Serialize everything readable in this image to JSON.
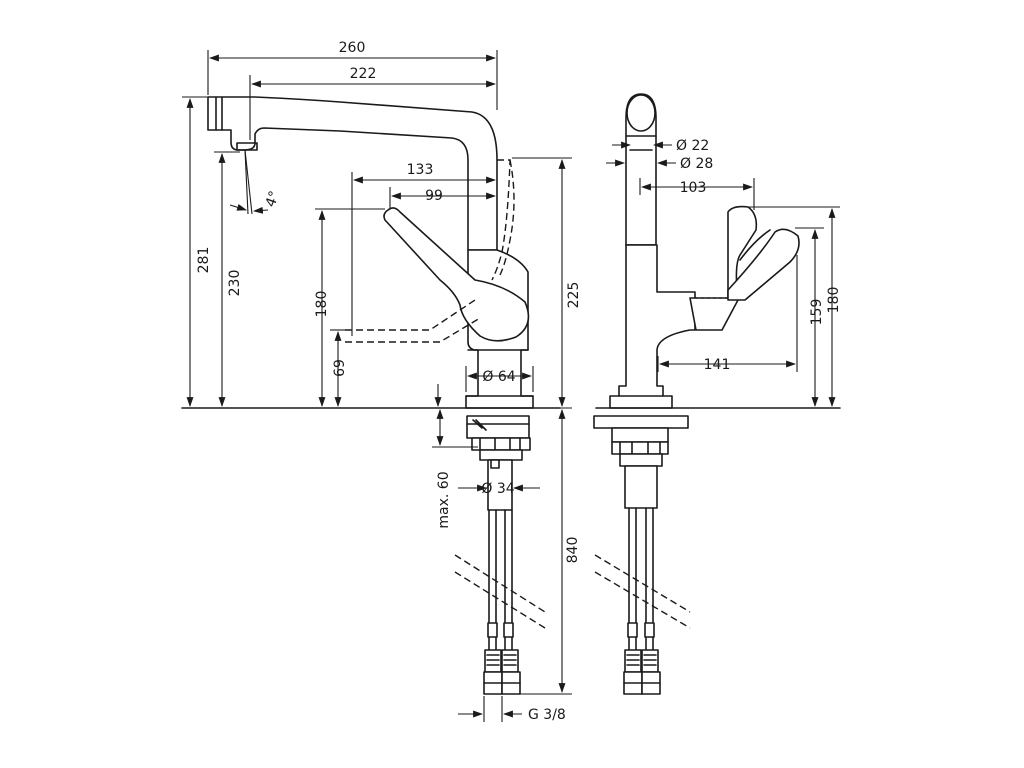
{
  "dimensions": {
    "side_view": {
      "overall_width": "260",
      "spout_reach": "222",
      "spout_angle": "4°",
      "height_281": "281",
      "height_230": "230",
      "lever_reach_133": "133",
      "lever_reach_99": "99",
      "lever_height_180": "180",
      "lever_height_69": "69",
      "height_225": "225",
      "base_diameter": "Ø 64",
      "mounting_max": "max. 60",
      "hole_diameter": "Ø 34",
      "hose_length": "840",
      "connection_thread": "G 3/8"
    },
    "front_view": {
      "spout_outer_diameter": "Ø 22",
      "spout_diameter": "Ø 28",
      "lever_reach_103": "103",
      "lever_reach_141": "141",
      "height_159": "159",
      "height_180": "180"
    }
  }
}
